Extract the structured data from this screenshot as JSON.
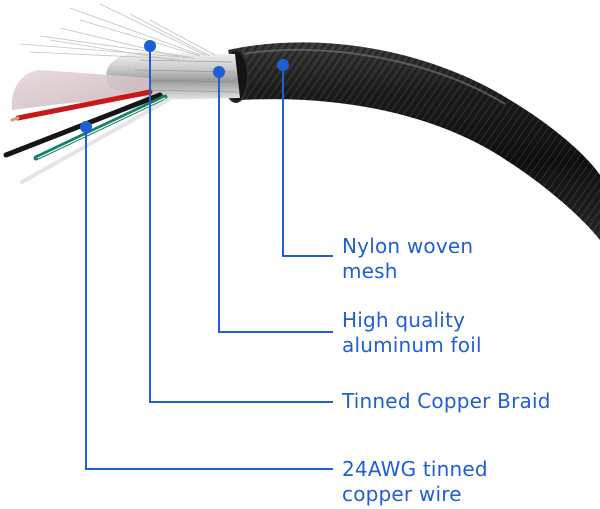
{
  "accent_color": "#1f5fd6",
  "callouts": [
    {
      "id": "nylon-mesh",
      "lines": [
        "Nylon woven",
        "mesh"
      ]
    },
    {
      "id": "aluminum-foil",
      "lines": [
        "High quality",
        "aluminum foil"
      ]
    },
    {
      "id": "copper-braid",
      "lines": [
        "Tinned Copper Braid"
      ]
    },
    {
      "id": "copper-wire",
      "lines": [
        "24AWG tinned",
        "copper wire"
      ]
    }
  ]
}
